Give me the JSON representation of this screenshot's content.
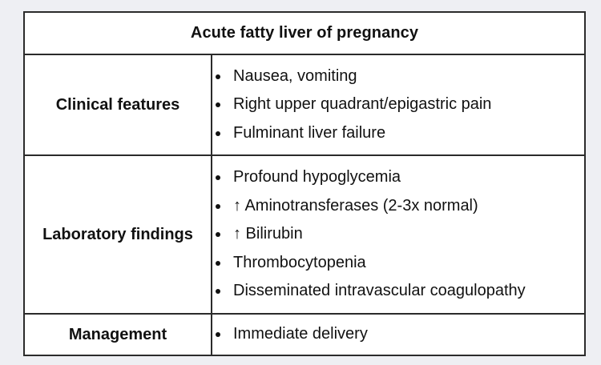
{
  "table": {
    "title": "Acute fatty liver of pregnancy",
    "rows": [
      {
        "label": "Clinical features",
        "items": [
          "Nausea, vomiting",
          "Right upper quadrant/epigastric pain",
          "Fulminant liver failure"
        ]
      },
      {
        "label": "Laboratory findings",
        "items": [
          "Profound hypoglycemia",
          "↑ Aminotransferases (2-3x normal)",
          "↑ Bilirubin",
          "Thrombocytopenia",
          "Disseminated intravascular coagulopathy"
        ]
      },
      {
        "label": "Management",
        "items": [
          "Immediate delivery"
        ]
      }
    ]
  }
}
